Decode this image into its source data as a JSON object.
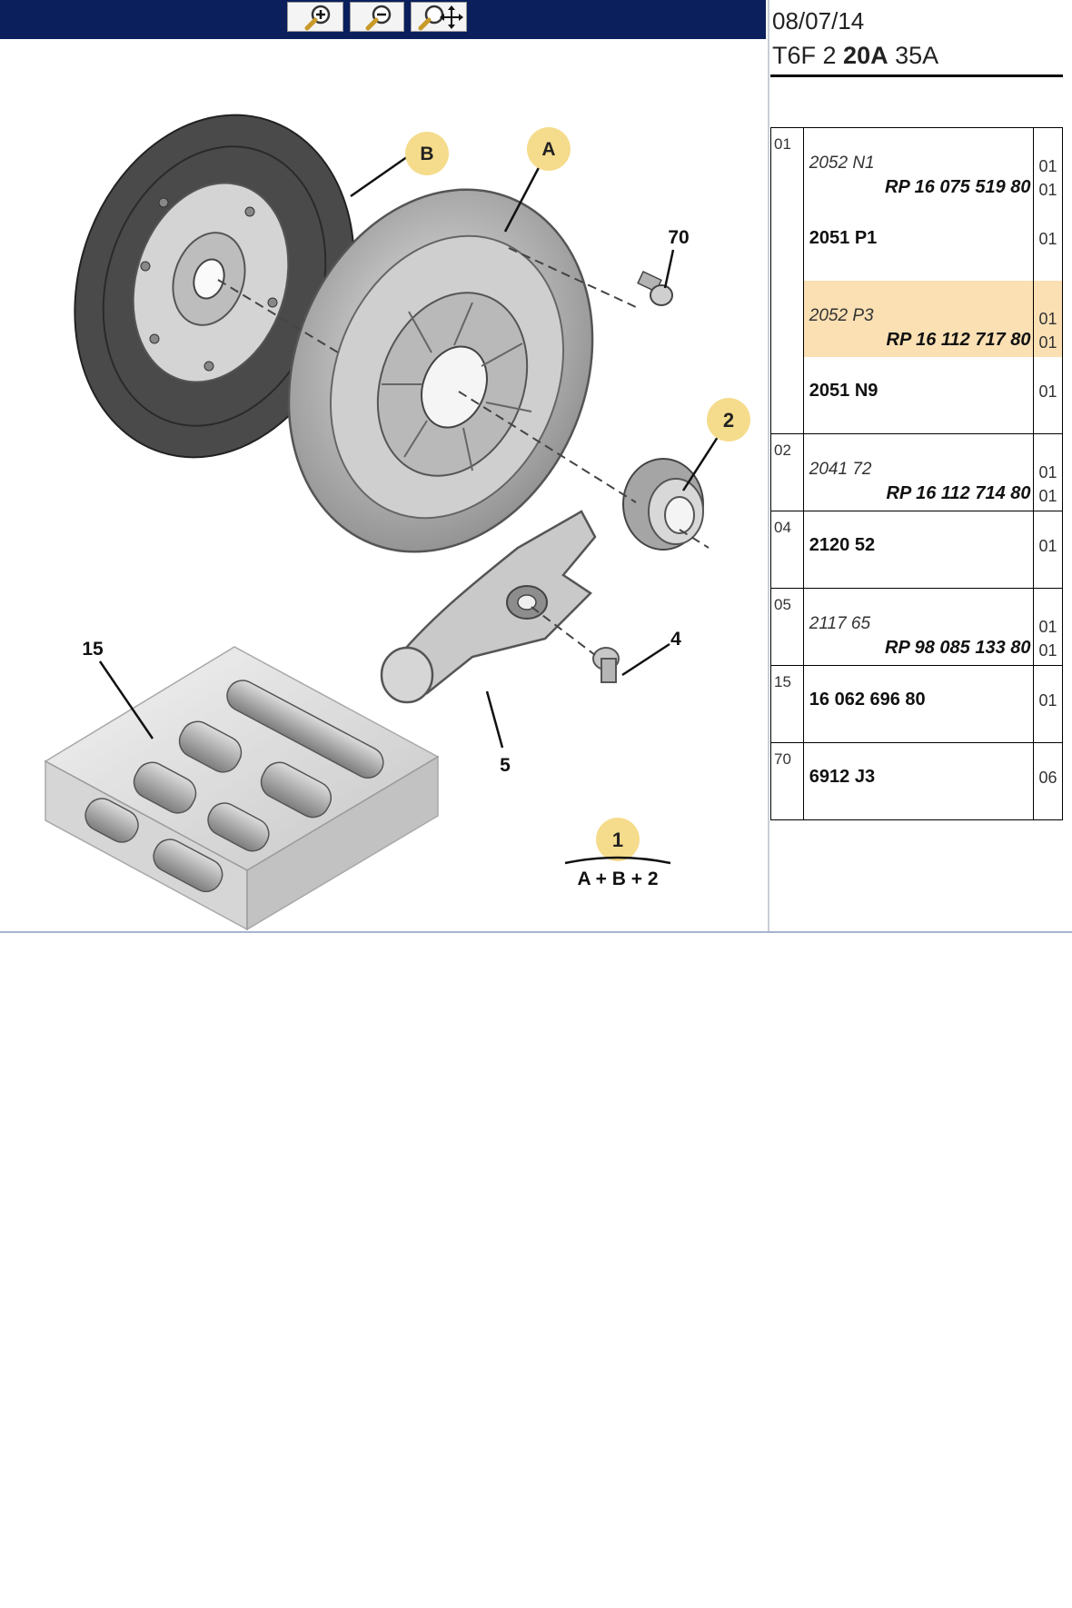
{
  "header": {
    "date": "08/07/14",
    "model_prefix": "T6F 2",
    "model_bold": "20A",
    "model_suffix": "35A"
  },
  "toolbar": {
    "zoom_in": "zoom-in-icon",
    "zoom_out": "zoom-out-icon",
    "pan": "pan-icon"
  },
  "diagram": {
    "callouts": [
      "B",
      "A",
      "70",
      "2",
      "15",
      "4",
      "5",
      "1"
    ],
    "formula": "A + B + 2"
  },
  "colors": {
    "highlight": "#fbe0b4",
    "toolbar": "#0a1f5c",
    "callout": "#f5dc8c"
  },
  "parts": [
    {
      "ref": "01",
      "rows": [
        {
          "code": "2052 N1",
          "style": "italic",
          "rp": "RP 16 075 519 80",
          "qty": [
            "01",
            "01"
          ],
          "highlight": false
        },
        {
          "code": "2051 P1",
          "style": "bold",
          "qty": [
            "01"
          ],
          "highlight": false
        },
        {
          "code": "2052 P3",
          "style": "italic",
          "rp": "RP 16 112 717 80",
          "qty": [
            "01",
            "01"
          ],
          "highlight": true
        },
        {
          "code": "2051 N9",
          "style": "bold",
          "qty": [
            "01"
          ],
          "highlight": false
        }
      ]
    },
    {
      "ref": "02",
      "rows": [
        {
          "code": "2041 72",
          "style": "italic",
          "rp": "RP 16 112 714 80",
          "qty": [
            "01",
            "01"
          ],
          "highlight": false
        }
      ]
    },
    {
      "ref": "04",
      "rows": [
        {
          "code": "2120 52",
          "style": "bold",
          "qty": [
            "01"
          ],
          "highlight": false
        }
      ]
    },
    {
      "ref": "05",
      "rows": [
        {
          "code": "2117 65",
          "style": "italic",
          "rp": "RP 98 085 133 80",
          "qty": [
            "01",
            "01"
          ],
          "highlight": false
        }
      ]
    },
    {
      "ref": "15",
      "rows": [
        {
          "code": "16 062 696 80",
          "style": "bold",
          "qty": [
            "01"
          ],
          "highlight": false
        }
      ]
    },
    {
      "ref": "70",
      "rows": [
        {
          "code": "6912 J3",
          "style": "bold",
          "qty": [
            "06"
          ],
          "highlight": false
        }
      ]
    }
  ]
}
